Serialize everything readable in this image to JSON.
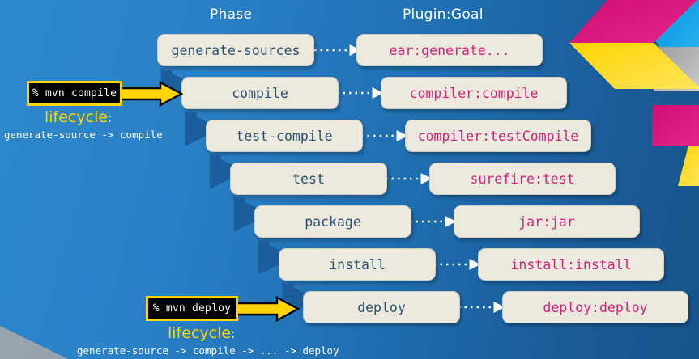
{
  "headers": {
    "phase": "Phase",
    "goal": "Plugin:Goal"
  },
  "colors": {
    "background_left": "#2f88cc",
    "background_right": "#17548c",
    "box_fill": "#ece9dd",
    "phase_text": "#2b4f72",
    "goal_text": "#d6207e",
    "accent_yellow": "#ffd400",
    "accent_magenta": "#d6207e",
    "accent_cyan": "#0099dd",
    "accent_gray": "#b3b3b3",
    "connector_blue": "#1b5e9e"
  },
  "rows": [
    {
      "phase": "generate-sources",
      "goal": "ear:generate..."
    },
    {
      "phase": "compile",
      "goal": "compiler:compile"
    },
    {
      "phase": "test-compile",
      "goal": "compiler:testCompile"
    },
    {
      "phase": "test",
      "goal": "surefire:test"
    },
    {
      "phase": "package",
      "goal": "jar:jar"
    },
    {
      "phase": "install",
      "goal": "install:install"
    },
    {
      "phase": "deploy",
      "goal": "deploy:deploy"
    }
  ],
  "callouts": [
    {
      "command": "% mvn compile",
      "lifecycle_label": "lifecycle",
      "lifecycle_colon": ":",
      "lifecycle_chain": "generate-source -> compile"
    },
    {
      "command": "% mvn deploy",
      "lifecycle_label": "lifecycle",
      "lifecycle_colon": ":",
      "lifecycle_chain": "generate-source -> compile -> ... -> deploy"
    }
  ]
}
